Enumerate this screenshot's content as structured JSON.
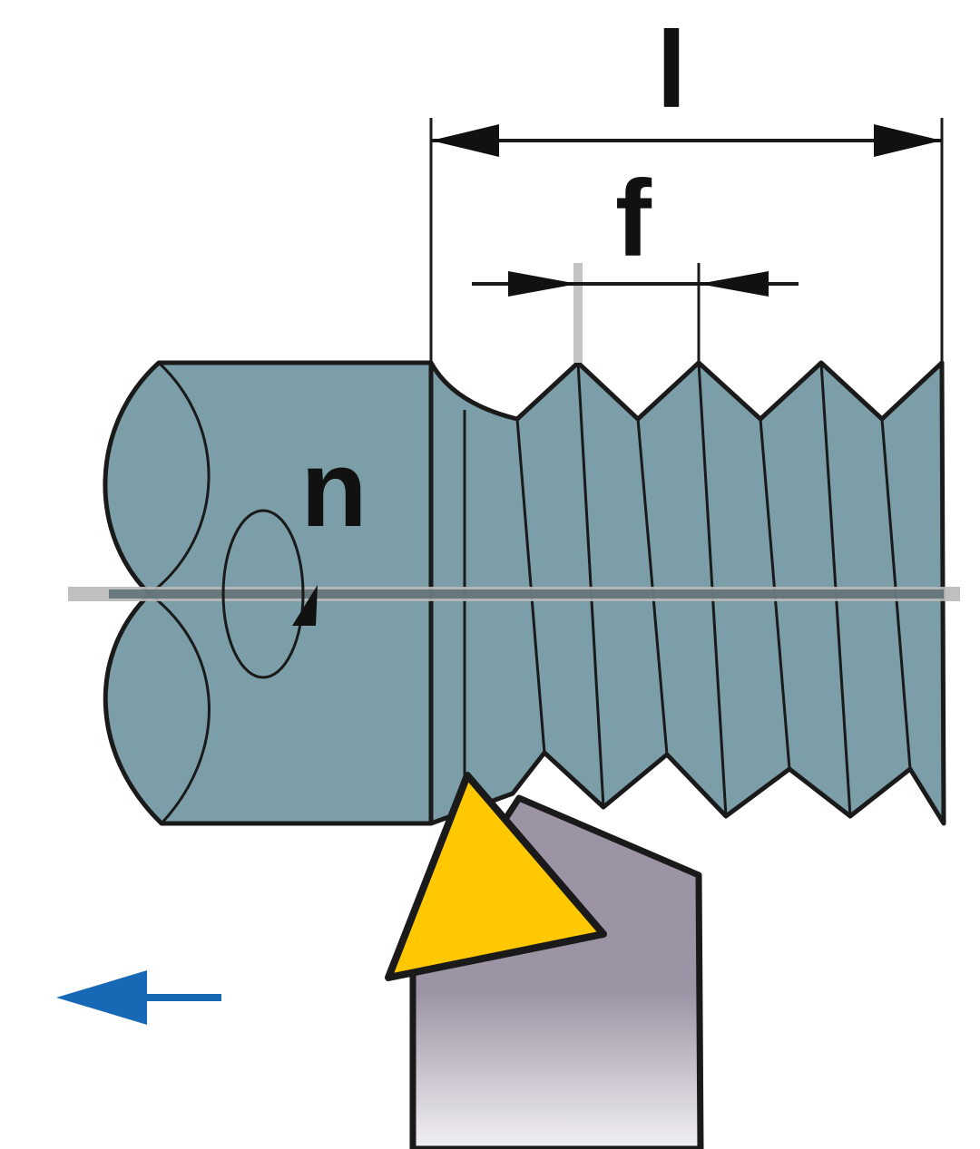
{
  "labels": {
    "length": "l",
    "pitch": "f",
    "rotation": "n"
  },
  "colors": {
    "workpiece": "#7B9EA8",
    "insert": "#FFC800",
    "holder_top": "#9C93A4",
    "holder_bottom": "#F2F0F4",
    "feed_arrow": "#1769B5",
    "center_line": "#B9B9B9",
    "outline": "#1A1A1A"
  },
  "icons": {
    "feed_direction": "arrow-left-icon",
    "rotation": "rotation-arrow-icon"
  }
}
